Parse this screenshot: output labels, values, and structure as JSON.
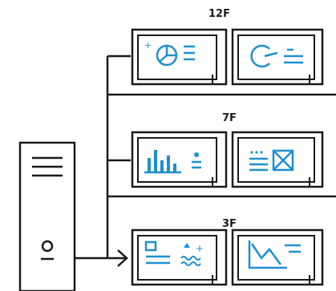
{
  "floors": [
    {
      "label": "12F",
      "screens": [
        {
          "content": "pie-chart-icon"
        },
        {
          "content": "donut-chart-icon"
        }
      ]
    },
    {
      "label": "7F",
      "screens": [
        {
          "content": "bar-chart-icon"
        },
        {
          "content": "image-placeholder-icon"
        }
      ]
    },
    {
      "label": "3F",
      "screens": [
        {
          "content": "dashboard-icon"
        },
        {
          "content": "line-chart-icon"
        }
      ]
    }
  ],
  "colors": {
    "line": "#1a1a1a",
    "accent": "#1f8fd0",
    "background": "#ffffff"
  }
}
